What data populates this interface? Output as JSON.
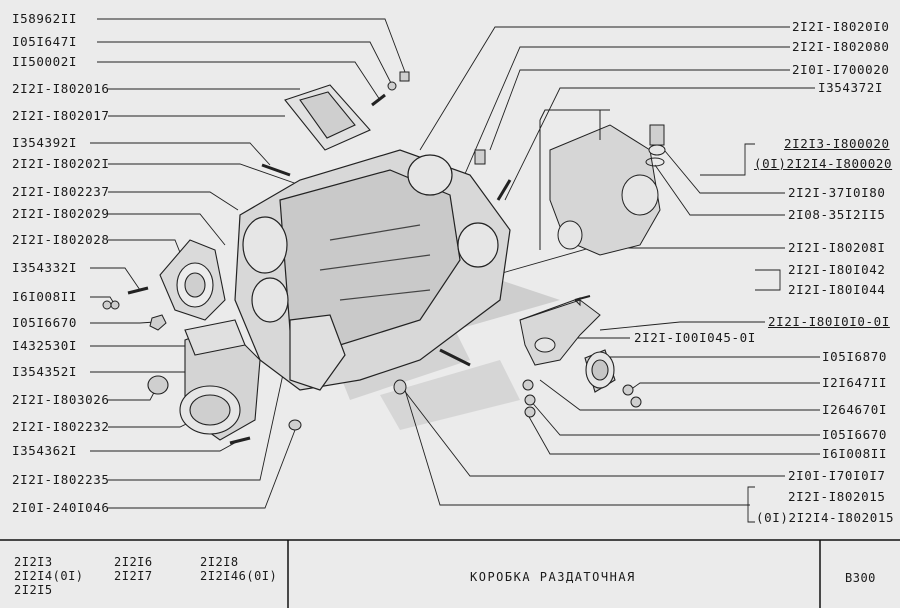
{
  "left_labels": [
    {
      "text": "I58962II"
    },
    {
      "text": "I05I647I"
    },
    {
      "text": "II50002I"
    },
    {
      "text": "2I2I-I802016"
    },
    {
      "text": "2I2I-I802017"
    },
    {
      "text": "I354392I"
    },
    {
      "text": "2I2I-I80202I"
    },
    {
      "text": "2I2I-I802237"
    },
    {
      "text": "2I2I-I802029"
    },
    {
      "text": "2I2I-I802028"
    },
    {
      "text": "I354332I"
    },
    {
      "text": "I6I008II"
    },
    {
      "text": "I05I6670"
    },
    {
      "text": "I432530I"
    },
    {
      "text": "I354352I"
    },
    {
      "text": "2I2I-I803026"
    },
    {
      "text": "2I2I-I802232"
    },
    {
      "text": "I354362I"
    },
    {
      "text": "2I2I-I802235"
    },
    {
      "text": "2I0I-240I046"
    }
  ],
  "right_labels": [
    {
      "text": "2I2I-I8020I0"
    },
    {
      "text": "2I2I-I802080"
    },
    {
      "text": "2I0I-I700020"
    },
    {
      "text": "I354372I"
    },
    {
      "text": "2I2I3-I800020"
    },
    {
      "text": "(0I)2I2I4-I800020"
    },
    {
      "text": "2I2I-37I0I80"
    },
    {
      "text": "2I08-35I2II5"
    },
    {
      "text": "2I2I-I80208I"
    },
    {
      "text": "2I2I-I80I042"
    },
    {
      "text": "2I2I-I80I044"
    },
    {
      "text": "2I2I-I80I0I0-0I"
    },
    {
      "text": "2I2I-I00I045-0I"
    },
    {
      "text": "I05I6870"
    },
    {
      "text": "I2I647II"
    },
    {
      "text": "I264670I"
    },
    {
      "text": "I05I6670"
    },
    {
      "text": "I6I008II"
    },
    {
      "text": "2I0I-I70I0I7"
    },
    {
      "text": "2I2I-I802015"
    },
    {
      "text": "(0I)2I2I4-I802015"
    }
  ],
  "footer": {
    "models": [
      "2I2I3",
      "2I2I4(0I)",
      "2I2I5",
      "2I2I6",
      "2I2I7",
      "2I2I8",
      "2I2I46(0I)"
    ],
    "title": "КОРОБКА  РАЗДАТОЧНАЯ",
    "code": "B300"
  }
}
